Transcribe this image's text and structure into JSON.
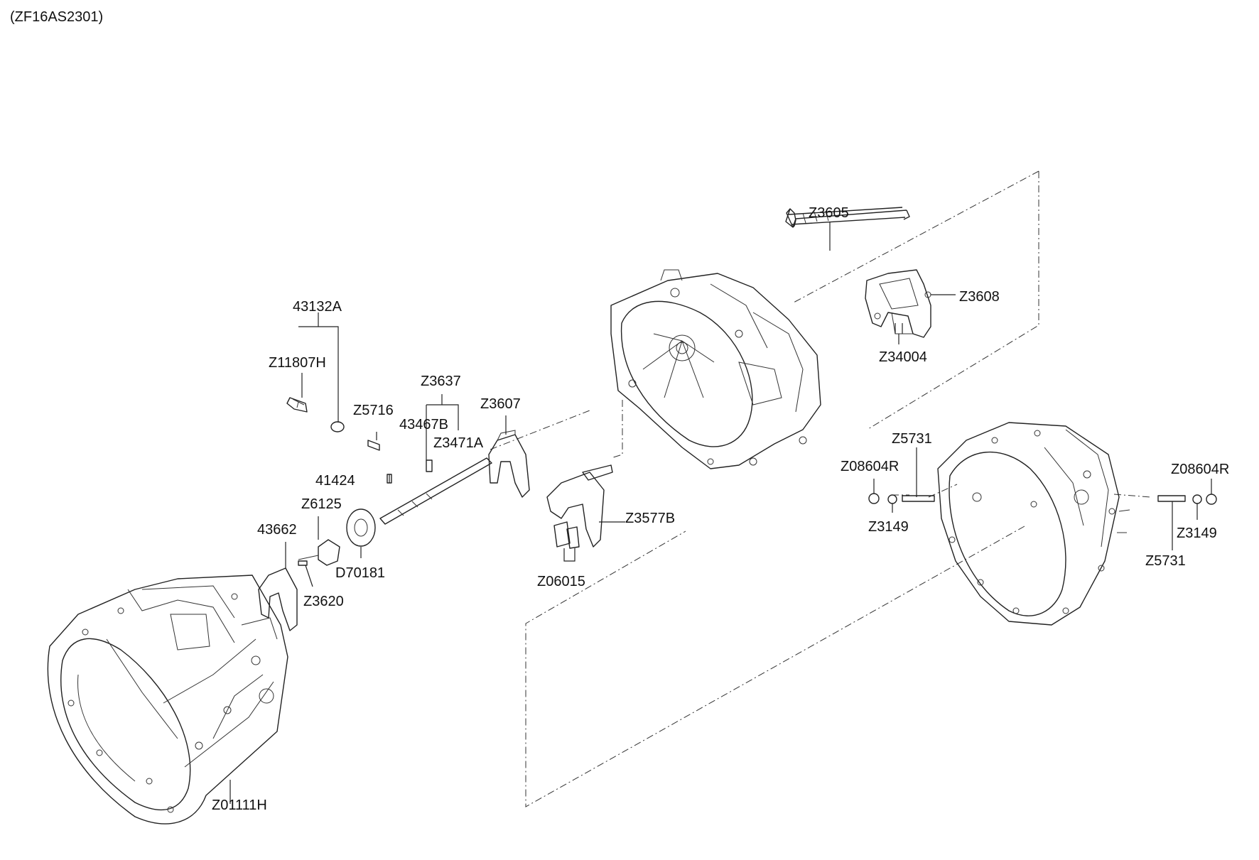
{
  "diagram": {
    "code": "(ZF16AS2301)",
    "part_labels": [
      "Z3605",
      "Z3608",
      "Z34004",
      "43132A",
      "Z11807H",
      "Z3637",
      "Z3607",
      "Z5716",
      "43467B",
      "Z3471A",
      "41424",
      "Z6125",
      "43662",
      "D70181",
      "Z3620",
      "Z3577B",
      "Z06015",
      "Z01111H",
      "Z5731",
      "Z08604R",
      "Z3149",
      "Z08604R",
      "Z3149",
      "Z5731"
    ]
  }
}
